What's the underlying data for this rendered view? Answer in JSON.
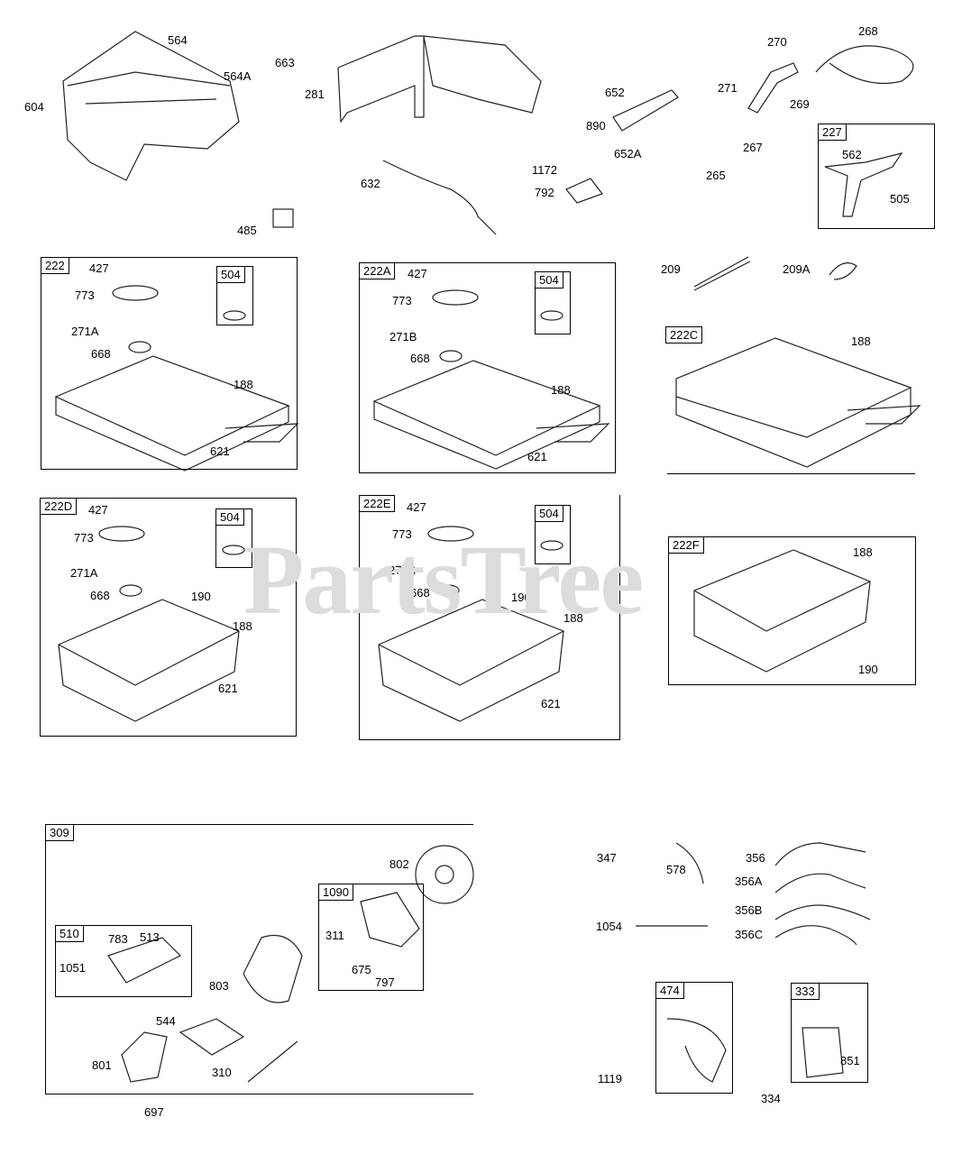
{
  "watermark": "PartsTree",
  "labels": {
    "l564": "564",
    "l564A": "564A",
    "l663": "663",
    "l604": "604",
    "l281": "281",
    "l485": "485",
    "l632": "632",
    "l652": "652",
    "l890": "890",
    "l652A": "652A",
    "l1172": "1172",
    "l792": "792",
    "l270": "270",
    "l268": "268",
    "l271": "271",
    "l269": "269",
    "l267": "267",
    "l265": "265",
    "l562": "562",
    "l505": "505",
    "l209": "209",
    "l209A": "209A",
    "a427": "427",
    "a773": "773",
    "a271A": "271A",
    "a668": "668",
    "a188": "188",
    "a621": "621",
    "b427": "427",
    "b773": "773",
    "b271B": "271B",
    "b668": "668",
    "b188": "188",
    "b621": "621",
    "c188": "188",
    "d427": "427",
    "d773": "773",
    "d271A": "271A",
    "d668": "668",
    "d190": "190",
    "d188": "188",
    "d621": "621",
    "e427": "427",
    "e773": "773",
    "e271B": "271B",
    "e668": "668",
    "e190": "190",
    "e188": "188",
    "e621": "621",
    "f188": "188",
    "f190": "190",
    "s802": "802",
    "s311": "311",
    "s675": "675",
    "s797": "797",
    "s783": "783",
    "s513": "513",
    "s1051": "1051",
    "s803": "803",
    "s544": "544",
    "s801": "801",
    "s310": "310",
    "s697": "697",
    "w347": "347",
    "w578": "578",
    "w356": "356",
    "w356A": "356A",
    "w356B": "356B",
    "w356C": "356C",
    "w1054": "1054",
    "w1119": "1119",
    "w851": "851",
    "w334": "334"
  },
  "tags": {
    "t227": "227",
    "t222": "222",
    "t504a": "504",
    "t222A": "222A",
    "t504b": "504",
    "t222C": "222C",
    "t222D": "222D",
    "t504d": "504",
    "t222E": "222E",
    "t504e": "504",
    "t222F": "222F",
    "t309": "309",
    "t1090": "1090",
    "t510": "510",
    "t474": "474",
    "t333": "333"
  }
}
